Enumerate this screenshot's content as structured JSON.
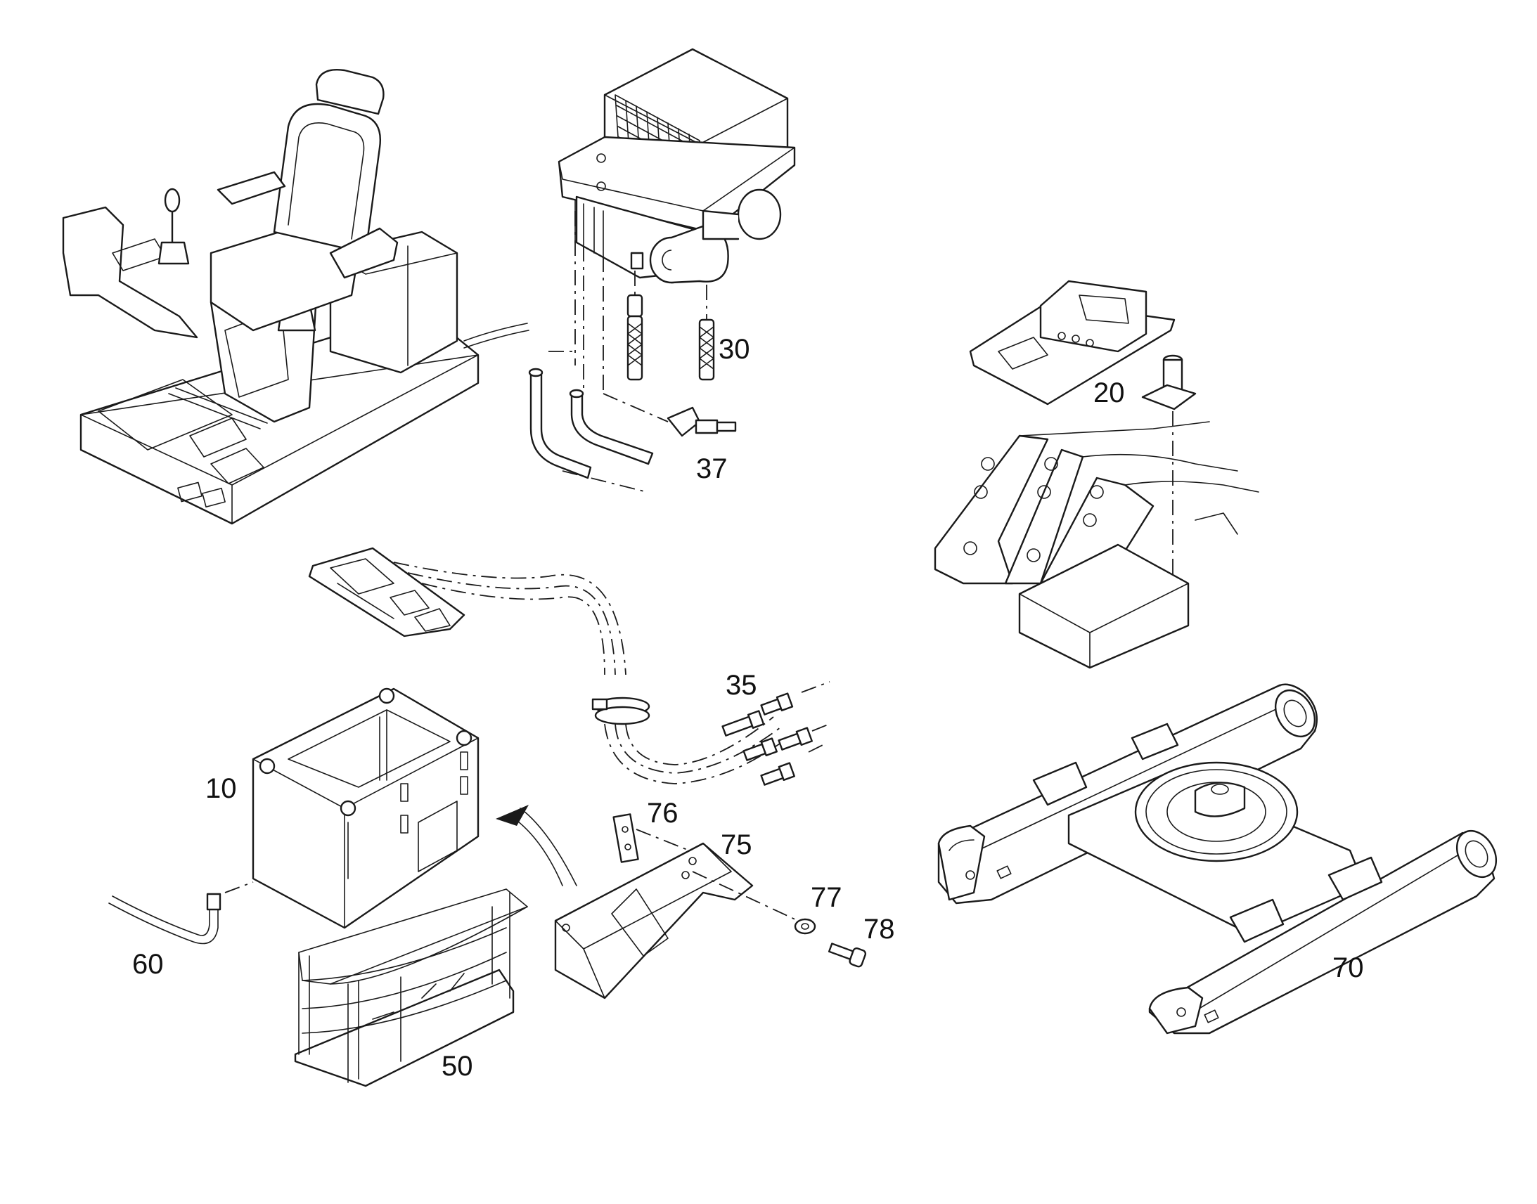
{
  "callouts": {
    "c10": "10",
    "c20": "20",
    "c30": "30",
    "c35": "35",
    "c37": "37",
    "c50": "50",
    "c60": "60",
    "c70": "70",
    "c75": "75",
    "c76": "76",
    "c77": "77",
    "c78": "78"
  },
  "colors": {
    "line": "#1a1a1a",
    "background": "#ffffff"
  }
}
